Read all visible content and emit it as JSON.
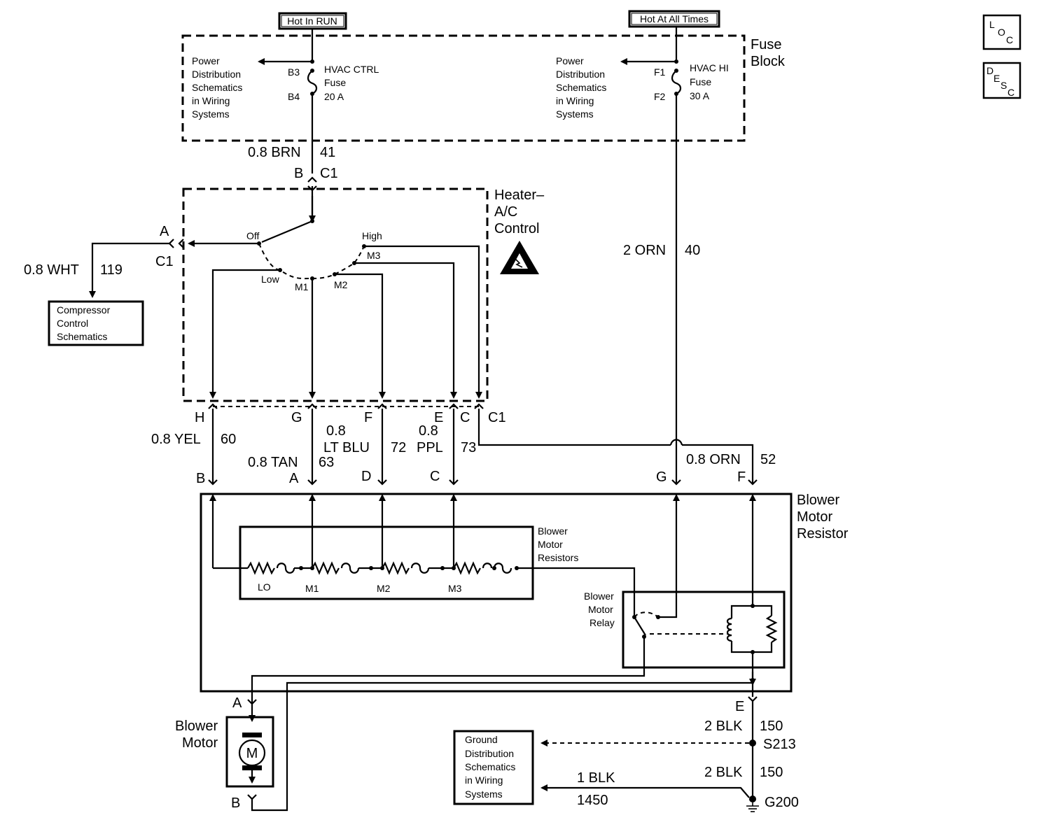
{
  "header": {
    "hot_in_run": "Hot In RUN",
    "hot_at_all_times": "Hot At All Times"
  },
  "side_buttons": {
    "loc": [
      "L",
      "O",
      "C"
    ],
    "desc": [
      "D",
      "E",
      "S",
      "C"
    ]
  },
  "fuse_block": {
    "title": [
      "Fuse",
      "Block"
    ],
    "left_ref": [
      "Power",
      "Distribution",
      "Schematics",
      "in Wiring",
      "Systems"
    ],
    "right_ref": [
      "Power",
      "Distribution",
      "Schematics",
      "in Wiring",
      "Systems"
    ],
    "hvac_ctrl_fuse": [
      "HVAC CTRL",
      "Fuse",
      "20 A"
    ],
    "hvac_hi_fuse": [
      "HVAC HI",
      "Fuse",
      "30 A"
    ],
    "pins": {
      "b3": "B3",
      "b4": "B4",
      "f1": "F1",
      "f2": "F2"
    }
  },
  "wires": {
    "brn": {
      "gauge_color": "0.8 BRN",
      "circuit": "41"
    },
    "orn2": {
      "gauge_color": "2 ORN",
      "circuit": "40"
    },
    "wht": {
      "gauge_color": "0.8 WHT",
      "circuit": "119"
    },
    "yel": {
      "gauge_color": "0.8 YEL",
      "circuit": "60"
    },
    "tan": {
      "gauge_color": "0.8 TAN",
      "circuit": "63"
    },
    "ltblu": {
      "gauge": "0.8",
      "color": "LT BLU",
      "circuit": "72"
    },
    "ppl": {
      "gauge": "0.8",
      "color": "PPL",
      "circuit": "73"
    },
    "orn08": {
      "gauge_color": "0.8 ORN",
      "circuit": "52"
    },
    "blk150a": {
      "gauge_color": "2 BLK",
      "circuit": "150"
    },
    "blk150b": {
      "gauge_color": "2 BLK",
      "circuit": "150"
    },
    "blk1450": {
      "gauge_color": "1 BLK",
      "circuit": "1450"
    }
  },
  "connectors": {
    "c1_b": "B",
    "c1_top": "C1",
    "a": "A",
    "c1_left": "C1",
    "h": "H",
    "g": "G",
    "f": "F",
    "e": "E",
    "c": "C",
    "c1_bottom": "C1",
    "res_b": "B",
    "res_a": "A",
    "res_d": "D",
    "res_c": "C",
    "res_g": "G",
    "res_f": "F",
    "res_e": "E",
    "motor_a": "A",
    "motor_b": "B"
  },
  "heater_control": {
    "title": [
      "Heater–",
      "A/C",
      "Control"
    ],
    "positions": {
      "off": "Off",
      "low": "Low",
      "m1": "M1",
      "m2": "M2",
      "m3": "M3",
      "high": "High"
    }
  },
  "compressor": [
    "Compressor",
    "Control",
    "Schematics"
  ],
  "blower_motor_resistor": {
    "title": [
      "Blower",
      "Motor",
      "Resistor"
    ],
    "resistors_label": [
      "Blower",
      "Motor",
      "Resistors"
    ],
    "taps": [
      "LO",
      "M1",
      "M2",
      "M3"
    ],
    "relay_label": [
      "Blower",
      "Motor",
      "Relay"
    ]
  },
  "blower_motor": {
    "title": [
      "Blower",
      "Motor"
    ],
    "symbol": "M"
  },
  "ground": {
    "ref": [
      "Ground",
      "Distribution",
      "Schematics",
      "in Wiring",
      "Systems"
    ],
    "splice": "S213",
    "ground_point": "G200"
  }
}
